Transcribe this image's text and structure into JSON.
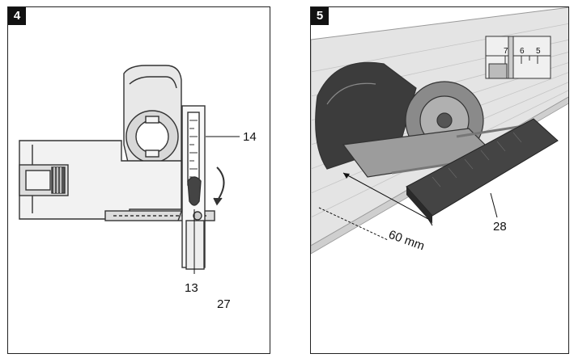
{
  "panel4": {
    "number": "4",
    "callouts": {
      "c14": "14",
      "c13": "13",
      "c27": "27"
    }
  },
  "panel5": {
    "number": "5",
    "callouts": {
      "c28": "28",
      "distance": "60 mm"
    },
    "scale_marks": {
      "m7": "7",
      "m6": "6",
      "m5": "5"
    }
  }
}
